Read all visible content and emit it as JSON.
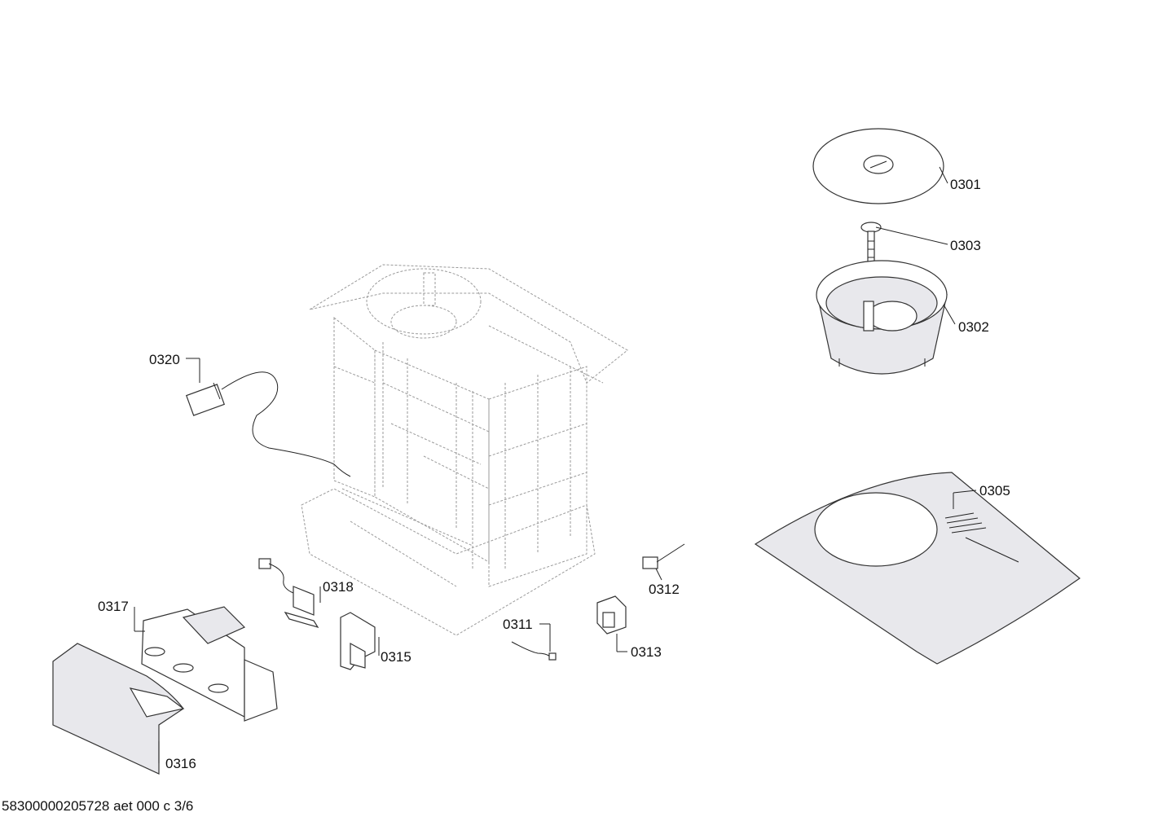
{
  "labels": {
    "p0301": "0301",
    "p0302": "0302",
    "p0303": "0303",
    "p0305": "0305",
    "p0311": "0311",
    "p0312": "0312",
    "p0313": "0313",
    "p0315": "0315",
    "p0316": "0316",
    "p0317": "0317",
    "p0318": "0318",
    "p0320": "0320"
  },
  "footer": "58300000205728 aet 000 c 3/6"
}
